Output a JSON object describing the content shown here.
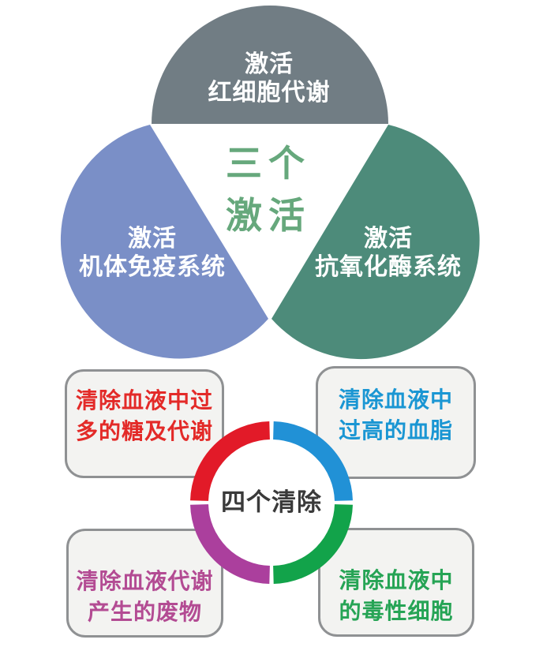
{
  "activation_group": {
    "center_title": {
      "line1": "三个",
      "line2": "激活",
      "color": "#66a87c"
    },
    "segments": [
      {
        "key": "red-cell-metabolism",
        "line1": "激活",
        "line2": "红细胞代谢",
        "fill": "#717d84",
        "text_color": "#ffffff"
      },
      {
        "key": "immune-system",
        "line1": "激活",
        "line2": "机体免疫系统",
        "fill": "#7a8fc7",
        "text_color": "#ffffff"
      },
      {
        "key": "antioxidant-enzyme-system",
        "line1": "激活",
        "line2": "抗氧化酶系统",
        "fill": "#4d8b7a",
        "text_color": "#ffffff"
      }
    ]
  },
  "clearance_group": {
    "center_title": {
      "label": "四个清除",
      "color": "#3a3a3a"
    },
    "card_bg": "#f3f3f1",
    "card_border": "#8f9193",
    "ring_inner_color": "#ffffff",
    "cards": [
      {
        "key": "excess-sugar-and-metabolites",
        "line1": "清除血液中过",
        "line2": "多的糖及代谢",
        "text_color": "#e32a28",
        "ring_color": "#e21a28"
      },
      {
        "key": "high-blood-lipids",
        "line1": "清除血液中",
        "line2": "过高的血脂",
        "text_color": "#1a96d3",
        "ring_color": "#2191d6"
      },
      {
        "key": "metabolic-waste",
        "line1": "清除血液代谢",
        "line2": "产生的废物",
        "text_color": "#b34b93",
        "ring_color": "#ab3f9d"
      },
      {
        "key": "toxic-cells",
        "line1": "清除血液中",
        "line2": "的毒性细胞",
        "text_color": "#26a455",
        "ring_color": "#12a34a"
      }
    ]
  }
}
